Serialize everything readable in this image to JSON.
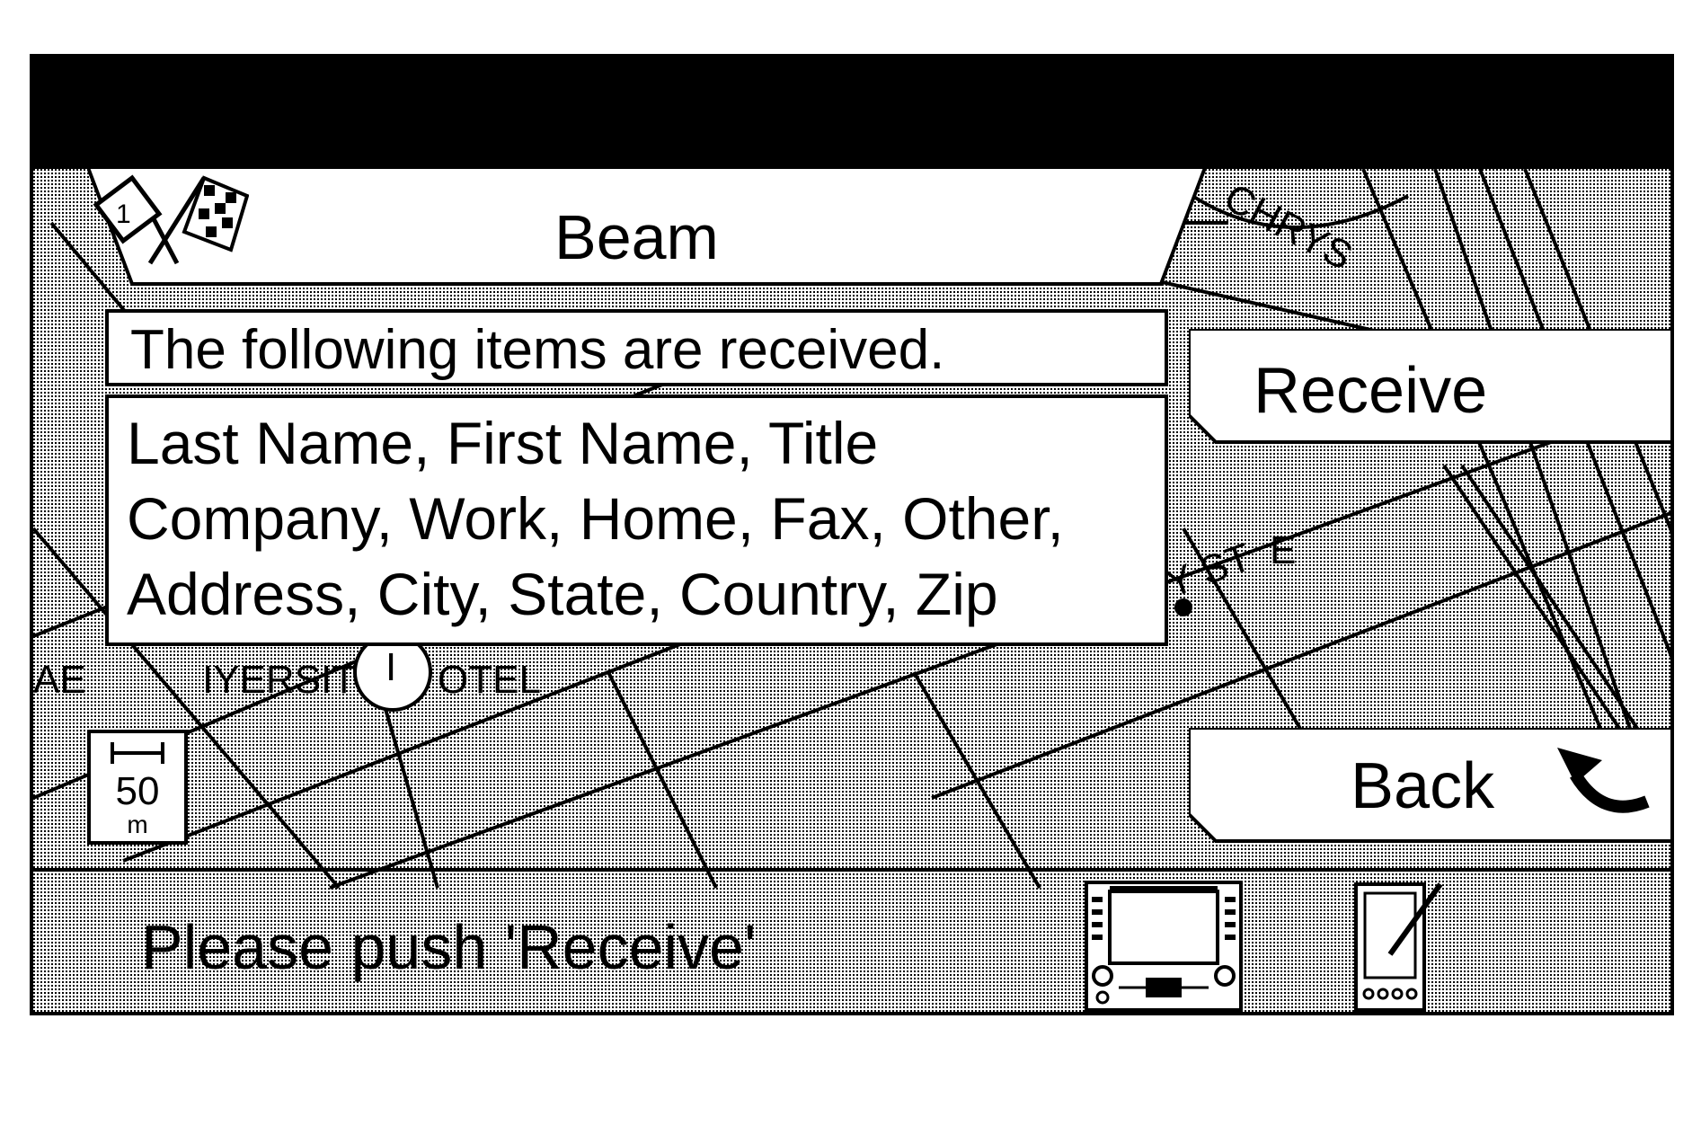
{
  "title_bar": {
    "title": "Beam",
    "icon": "checkered-flags-icon"
  },
  "message": {
    "header": "The following items are received.",
    "lines": [
      "Last Name, First Name, Title",
      "Company, Work, Home, Fax, Other,",
      "Address, City, State, Country, Zip"
    ]
  },
  "buttons": {
    "receive": "Receive",
    "back": "Back",
    "back_icon": "return-arrow-icon"
  },
  "map": {
    "scale_value": "50",
    "scale_unit": "m",
    "labels": {
      "chrys": "CHRYS",
      "kirby": "KIRBY ST",
      "kirby_e": "E",
      "ae": "AE",
      "university": "IYERSIT",
      "hotel": "OTEL",
      "poi": "I"
    }
  },
  "status": {
    "text": "Please push 'Receive'",
    "icons": [
      "stereo-device-icon",
      "pda-device-icon"
    ]
  }
}
